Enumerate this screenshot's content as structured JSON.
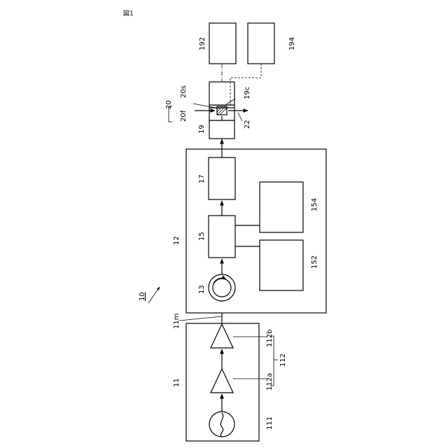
{
  "figure_label": "図1",
  "labels": {
    "system": "10",
    "laser_unit": "11",
    "oscillator": "111",
    "amplifier_group": "112",
    "amplifier_a": "112a",
    "amplifier_b": "112b",
    "output_beam": "11m",
    "processing_unit": "12",
    "circulator": "13",
    "block_15": "15",
    "block_152": "152",
    "block_154": "154",
    "block_17": "17",
    "block_19": "19",
    "block_192": "192",
    "block_194": "194",
    "element_19c": "19c",
    "group_20": "20",
    "element_20s": "20s",
    "element_20f": "20f",
    "element_22": "22"
  }
}
